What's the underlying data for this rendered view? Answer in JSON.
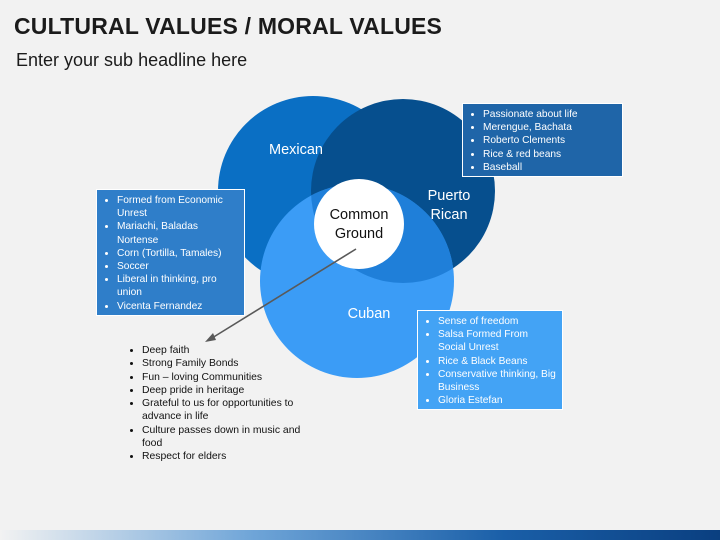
{
  "title": "CULTURAL VALUES / MORAL VALUES",
  "subtitle": "Enter your sub headline here",
  "circles": {
    "mexican": "Mexican",
    "puerto_rican": "Puerto Rican",
    "puerto_rican_line1": "Puerto",
    "puerto_rican_line2": "Rican",
    "cuban": "Cuban",
    "common_line1": "Common",
    "common_line2": "Ground"
  },
  "puerto_rican_items": [
    "Passionate about life",
    "Merengue, Bachata",
    "Roberto Clements",
    "Rice & red beans",
    "Baseball"
  ],
  "mexican_items": [
    "Formed from Economic Unrest",
    "Mariachi, Baladas Nortense",
    "Corn (Tortilla, Tamales)",
    "Soccer",
    "Liberal in thinking, pro union",
    "Vicenta Fernandez"
  ],
  "cuban_items": [
    "Sense of freedom",
    "Salsa Formed From Social Unrest",
    "Rice & Black Beans",
    "Conservative thinking, Big Business",
    "Gloria Estefan"
  ],
  "common_items": [
    "Deep faith",
    "Strong Family Bonds",
    "Fun – loving Communities",
    "Deep pride in heritage",
    "Grateful to us for opportunities to advance in life",
    "Culture passes down in music and food",
    "Respect for elders"
  ],
  "colors": {
    "mexican": "#0a6fc4",
    "puerto_rican": "#064f8e",
    "cuban": "#3b9cf6",
    "common": "#ffffff"
  }
}
